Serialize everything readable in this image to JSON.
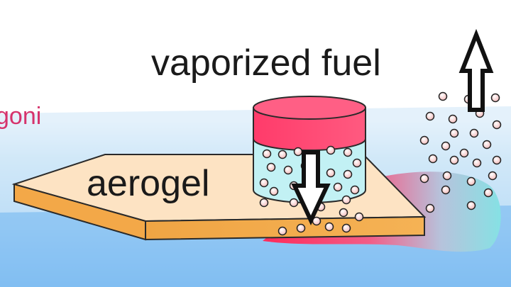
{
  "labels": {
    "vaporized": "vaporized fuel",
    "aerogel": "aerogel",
    "cut_text": "goni"
  },
  "colors": {
    "background_top": "#ffffff",
    "background_band": "#cfe6f7",
    "background_bottom": "#5faef0",
    "aerogel_top": "#fde2c0",
    "aerogel_edge": "#f2a43a",
    "cylinder_lid": "#ff3e6c",
    "cylinder_body": "#bff0f3",
    "plume_red": "#ff2a5a",
    "plume_cyan": "#8fe3e6",
    "droplet": "#f7c9c9",
    "label_text": "#1a1a1a",
    "cut_text": "#d6336c"
  },
  "icons": {
    "down_arrow": "down-arrow-icon",
    "up_arrow": "up-arrow-icon"
  }
}
